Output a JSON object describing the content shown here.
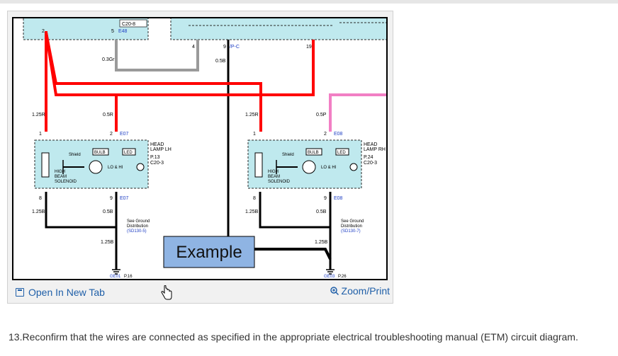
{
  "diagram": {
    "connector_left": "C20-8",
    "connector_e48": "E48",
    "connector_ipc": "I/P-C",
    "pins_top": [
      "2",
      "5",
      "4",
      "9",
      "19"
    ],
    "wire_09gr": "0.3Gr",
    "wire_05b_top": "0.5B",
    "left": {
      "wire_in_1": "1.25R",
      "wire_in_2": "0.5R",
      "pin_1": "1",
      "pin_2": "2",
      "conn_top": "E07",
      "title": [
        "HEAD",
        "LAMP LH"
      ],
      "ref": [
        "P.13",
        "C20-3"
      ],
      "shield": "Shield",
      "bulb": "BULB",
      "led": "LED",
      "lohi": "LO & HI",
      "solenoid": [
        "HIGH",
        "BEAM",
        "SOLENOID"
      ],
      "pin_8": "8",
      "pin_9": "9",
      "conn_bottom": "E07",
      "wire_out_1": "1.25B",
      "wire_out_2": "0.5B",
      "ground_note": [
        "See Ground",
        "Distribution",
        "(SD130-5)"
      ],
      "wire_ground": "1.25B",
      "ground_id": "GE01",
      "ground_page": "P.16"
    },
    "right": {
      "wire_in_1": "1.25R",
      "wire_in_2": "0.5P",
      "pin_1": "1",
      "pin_2": "2",
      "conn_top": "E08",
      "title": [
        "HEAD",
        "LAMP RH"
      ],
      "ref": [
        "P.24",
        "C20-3"
      ],
      "shield": "Shield",
      "bulb": "BULB",
      "led": "LED",
      "lohi": "LO & HI",
      "solenoid": [
        "HIGH",
        "BEAM",
        "SOLENOID"
      ],
      "pin_8": "8",
      "pin_9": "9",
      "conn_bottom": "E08",
      "wire_out_1": "1.25B",
      "wire_out_2": "0.5B",
      "ground_note": [
        "See Ground",
        "Distribution",
        "(SD130-7)"
      ],
      "wire_ground": "1.25B",
      "ground_id": "GE03",
      "ground_page": "P.26"
    },
    "callout": "Example",
    "colors": {
      "red": "#ff0000",
      "pink": "#f27fc4",
      "gray": "#9a9a9a",
      "black": "#000000",
      "component_fill": "#bfe9ee",
      "callout_fill": "#8fb4e3",
      "link_blue": "#1f5fa8"
    }
  },
  "toolbar": {
    "open_label": "Open In New Tab",
    "zoom_label": "Zoom/Print"
  },
  "instruction": "13.Reconfirm that the wires are connected as specified in the appropriate electrical troubleshooting manual (ETM) circuit diagram."
}
